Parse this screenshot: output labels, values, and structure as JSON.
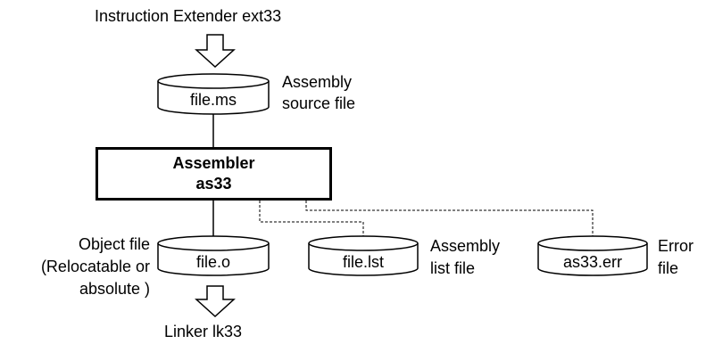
{
  "top_input": {
    "label": "Instruction Extender ext33"
  },
  "source_file": {
    "name": "file.ms",
    "desc_line1": "Assembly",
    "desc_line2": "source file"
  },
  "assembler": {
    "line1": "Assembler",
    "line2": "as33"
  },
  "outputs": {
    "object": {
      "name": "file.o",
      "desc_line1": "Object file",
      "desc_line2": "(Relocatable or",
      "desc_line3": "absolute )"
    },
    "list": {
      "name": "file.lst",
      "desc_line1": "Assembly",
      "desc_line2": "list file"
    },
    "error": {
      "name": "as33.err",
      "desc_line1": "Error",
      "desc_line2": "file"
    }
  },
  "bottom_output": {
    "label": "Linker lk33"
  },
  "colors": {
    "stroke": "#000000",
    "background": "#ffffff"
  }
}
